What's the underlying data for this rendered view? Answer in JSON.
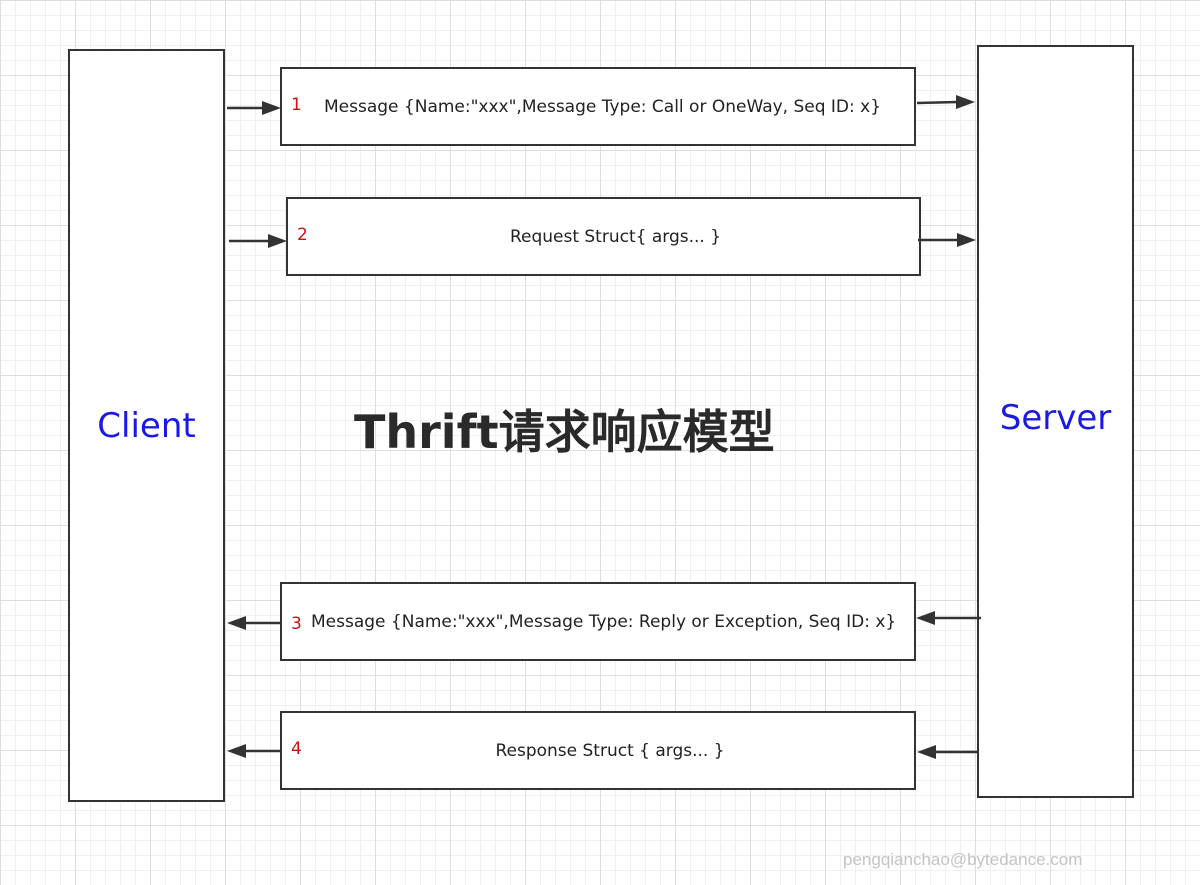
{
  "diagram": {
    "title": "Thrift请求响应模型",
    "participants": {
      "client": "Client",
      "server": "Server"
    },
    "messages": [
      {
        "number": "1",
        "text": "Message {Name:\"xxx\",Message Type: Call or OneWay, Seq ID: x}",
        "direction": "client-to-server"
      },
      {
        "number": "2",
        "text": "Request Struct{ args... }",
        "direction": "client-to-server"
      },
      {
        "number": "3",
        "text": "Message {Name:\"xxx\",Message Type: Reply or Exception, Seq ID: x}",
        "direction": "server-to-client"
      },
      {
        "number": "4",
        "text": "Response Struct { args... }",
        "direction": "server-to-client"
      }
    ],
    "watermark": "pengqianchao@bytedance.com"
  },
  "colors": {
    "participant_label": "#1a1ae6",
    "message_number": "#cc1111",
    "line": "#333333",
    "grid": "#dedede"
  }
}
